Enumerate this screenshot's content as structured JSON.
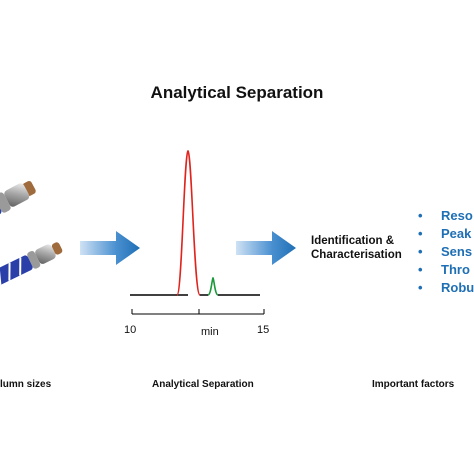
{
  "title": "Analytical Separation",
  "identification_label_line1": "Identification &",
  "identification_label_line2": "Characterisation",
  "factors": [
    "Reso",
    "Peak",
    "Sens",
    "Thro",
    "Robu"
  ],
  "bottom_labels": {
    "left": "lumn sizes",
    "middle": "Analytical Separation",
    "right": "Important factors"
  },
  "axis": {
    "min_label": "10",
    "max_label": "15",
    "unit_label": "min"
  },
  "colors": {
    "arrow": "#1f6fb5",
    "factor_text": "#1f6fb5",
    "main_peak": "#e0241d",
    "minor_peak": "#1a9a3a",
    "baseline": "#000000"
  },
  "icons": {
    "columns": "hplc-column-icon",
    "arrow": "right-arrow-icon"
  }
}
